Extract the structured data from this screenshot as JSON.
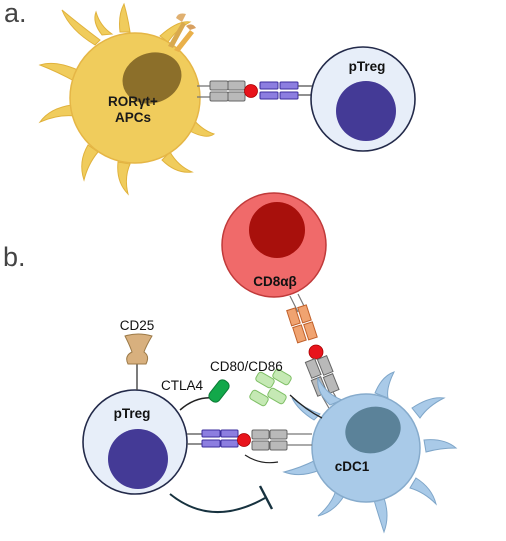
{
  "panels": {
    "a": {
      "label": "a.",
      "apc_label_line1": "RORγt+",
      "apc_label_line2": "APCs",
      "treg_label": "pTreg"
    },
    "b": {
      "label": "b.",
      "cd8_label": "CD8αβ",
      "cdc1_label": "cDC1",
      "treg_label": "pTreg",
      "cd25_label": "CD25",
      "ctla4_label": "CTLA4",
      "cd80_cd86_label": "CD80/CD86"
    }
  },
  "colors": {
    "apc_yellow": "#f0cc5c",
    "apc_nucleus": "#8c6f2a",
    "treg_membrane": "#e7eef9",
    "treg_nucleus": "#443a96",
    "cd8_body": "#f06a6a",
    "cd8_nucleus": "#a8100c",
    "cdc1_blue": "#a9cae8",
    "cdc1_nucleus": "#5b8299",
    "tcr_purple": "#8c7ee0",
    "mhc_gray": "#b9b9b9",
    "antigen_red": "#e8141c",
    "cd8_coreceptor_orange": "#f0a370",
    "ctla4_green": "#12a84a",
    "cd80_light_green": "#c5e9b4",
    "cd25_tan": "#d8b07e",
    "inhibition_dark": "#17323f"
  }
}
